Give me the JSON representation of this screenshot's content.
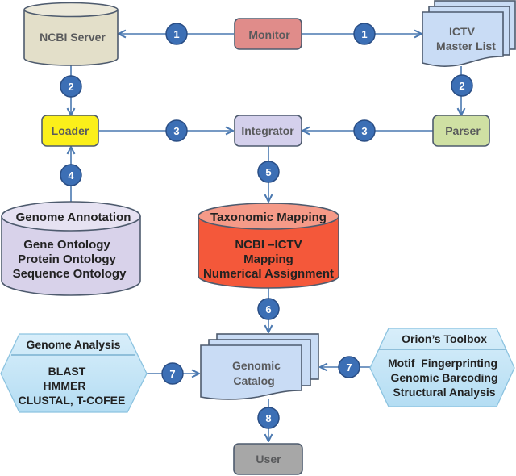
{
  "diagram": {
    "nodes": {
      "ncbi_server": {
        "label": "NCBI Server",
        "shape": "cylinder",
        "color": "#e3dfc9"
      },
      "monitor": {
        "label": "Monitor",
        "shape": "rounded-rect",
        "color": "#e08c8a"
      },
      "ictv_master_list": {
        "label_line1": "ICTV",
        "label_line2": "Master List",
        "shape": "multi-document",
        "color": "#c9dcf5"
      },
      "loader": {
        "label": "Loader",
        "shape": "rounded-rect",
        "color": "#fbef1a"
      },
      "integrator": {
        "label": "Integrator",
        "shape": "rounded-rect",
        "color": "#d4d0ec"
      },
      "parser": {
        "label": "Parser",
        "shape": "rounded-rect",
        "color": "#cfe0a3"
      },
      "genome_annotation": {
        "title": "Genome Annotation",
        "items": [
          "Gene Ontology",
          "Protein Ontology",
          "Sequence Ontology"
        ],
        "shape": "cylinder",
        "color": "#d8d2ea"
      },
      "taxonomic_mapping": {
        "title": "Taxonomic Mapping",
        "items": [
          "NCBI –ICTV",
          "Mapping",
          "Numerical Assignment"
        ],
        "shape": "cylinder",
        "color": "#f4583a"
      },
      "genome_analysis": {
        "title": "Genome Analysis",
        "items": [
          "BLAST",
          "HMMER",
          "CLUSTAL, T-COFEE"
        ],
        "shape": "hexagon",
        "color": "#bfe2f4"
      },
      "genomic_catalog": {
        "label_line1": "Genomic",
        "label_line2": "Catalog",
        "shape": "multi-document",
        "color": "#c9dcf5"
      },
      "orions_toolbox": {
        "title": "Orion’s Toolbox",
        "items": [
          "Motif  Fingerprinting",
          "Genomic Barcoding",
          "Structural Analysis"
        ],
        "shape": "hexagon",
        "color": "#bfe2f4"
      },
      "user": {
        "label": "User",
        "shape": "rounded-rect",
        "color": "#a7a7a7"
      }
    },
    "edges": [
      {
        "from": "monitor",
        "to": "ncbi_server",
        "step": "1"
      },
      {
        "from": "monitor",
        "to": "ictv_master_list",
        "step": "1"
      },
      {
        "from": "ncbi_server",
        "to": "loader",
        "step": "2"
      },
      {
        "from": "ictv_master_list",
        "to": "parser",
        "step": "2"
      },
      {
        "from": "loader",
        "to": "integrator",
        "step": "3"
      },
      {
        "from": "parser",
        "to": "integrator",
        "step": "3"
      },
      {
        "from": "genome_annotation",
        "to": "loader",
        "step": "4"
      },
      {
        "from": "integrator",
        "to": "taxonomic_mapping",
        "step": "5"
      },
      {
        "from": "taxonomic_mapping",
        "to": "genomic_catalog",
        "step": "6"
      },
      {
        "from": "genome_analysis",
        "to": "genomic_catalog",
        "step": "7"
      },
      {
        "from": "orions_toolbox",
        "to": "genomic_catalog",
        "step": "7"
      },
      {
        "from": "genomic_catalog",
        "to": "user",
        "step": "8"
      }
    ],
    "badge_color": "#3c6fb5"
  }
}
